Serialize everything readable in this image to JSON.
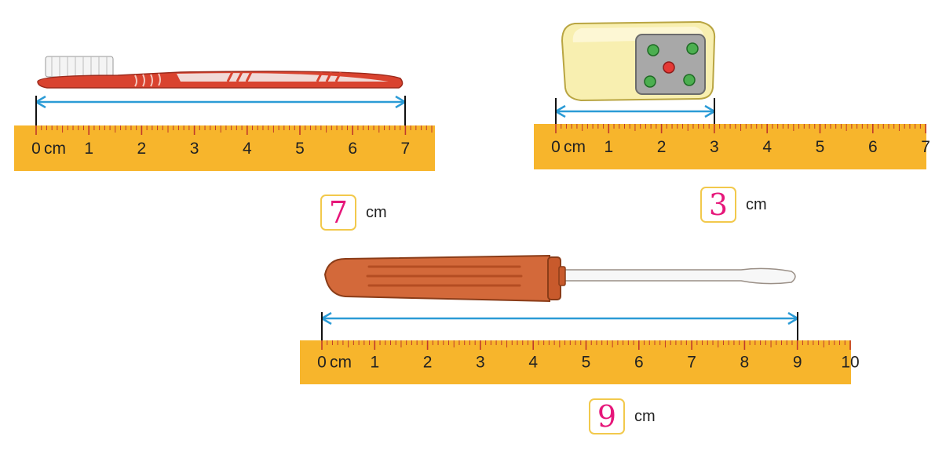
{
  "unit_label": "cm",
  "colors": {
    "ruler": "#f7b52c",
    "tick": "#c0392b",
    "arrow": "#2b9bd6",
    "answer_border": "#f2c94c",
    "answer_digit": "#e6177a"
  },
  "exercises": [
    {
      "object": "toothbrush",
      "ruler_labels": [
        "0",
        "1",
        "2",
        "3",
        "4",
        "5",
        "6",
        "7"
      ],
      "measured_cm": 7,
      "answer": "7"
    },
    {
      "object": "eraser",
      "ruler_labels": [
        "0",
        "1",
        "2",
        "3",
        "4",
        "5",
        "6",
        "7"
      ],
      "measured_cm": 3,
      "answer": "3"
    },
    {
      "object": "screwdriver",
      "ruler_labels": [
        "0",
        "1",
        "2",
        "3",
        "4",
        "5",
        "6",
        "7",
        "8",
        "9",
        "10"
      ],
      "measured_cm": 9,
      "answer": "9"
    }
  ],
  "icons": [
    "toothbrush-icon",
    "eraser-icon",
    "screwdriver-icon"
  ]
}
